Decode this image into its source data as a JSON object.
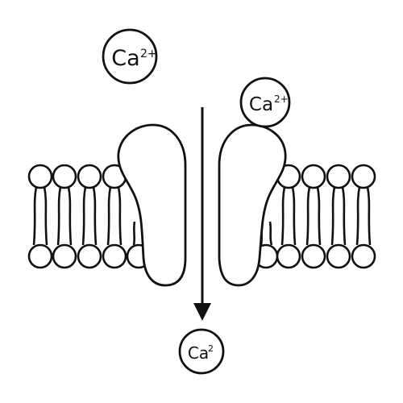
{
  "ions": {
    "top_large": {
      "symbol": "Ca",
      "charge": "2+"
    },
    "top_right": {
      "symbol": "Ca",
      "charge": "2+"
    },
    "bottom": {
      "symbol": "Ca",
      "charge": "2"
    }
  },
  "colors": {
    "stroke": "#111111",
    "fill": "#ffffff"
  }
}
